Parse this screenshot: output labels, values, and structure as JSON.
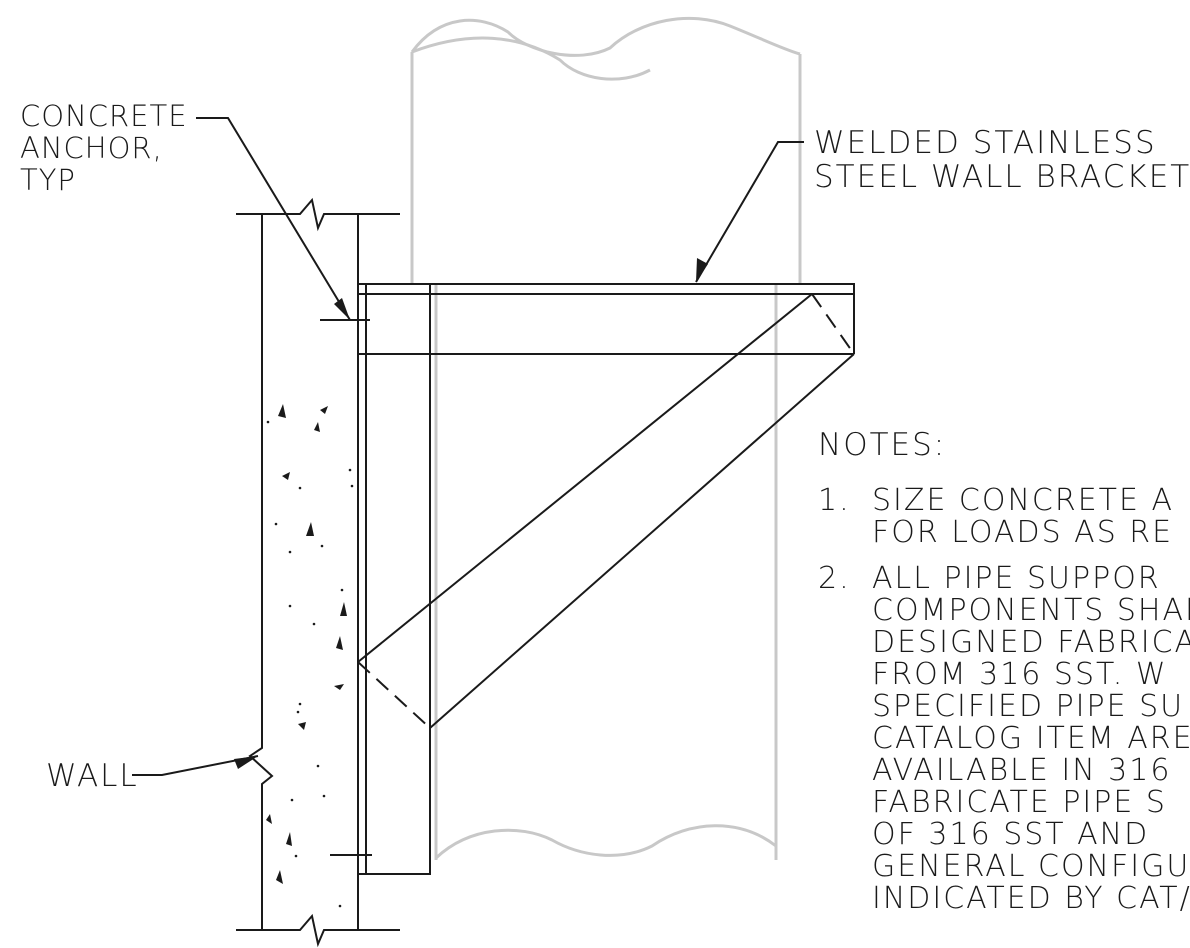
{
  "labels": {
    "anchor": [
      "CONCRETE",
      "ANCHOR,",
      "TYP"
    ],
    "bracket": [
      "WELDED  STAINLESS",
      "STEEL  WALL  BRACKET"
    ],
    "wall": "WALL",
    "notes_heading": "NOTES:"
  },
  "notes": [
    {
      "number": "1.",
      "lines": [
        "SIZE  CONCRETE  A",
        "FOR  LOADS  AS  RE"
      ]
    },
    {
      "number": "2.",
      "lines": [
        "ALL  PIPE  SUPPOR",
        "COMPONENTS  SHAI",
        "DESIGNED  FABRICA",
        "FROM  316  SST.  W",
        "SPECIFIED  PIPE  SU",
        "CATALOG  ITEM  ARE",
        "AVAILABLE  IN  316",
        "FABRICATE  PIPE  S",
        "OF  316  SST  AND",
        "GENERAL  CONFIGU",
        "INDICATED  BY  CAT/"
      ]
    }
  ],
  "colors": {
    "ink": "#1a1a1a",
    "pipe": "#c8c8c8",
    "background": "#ffffff"
  }
}
